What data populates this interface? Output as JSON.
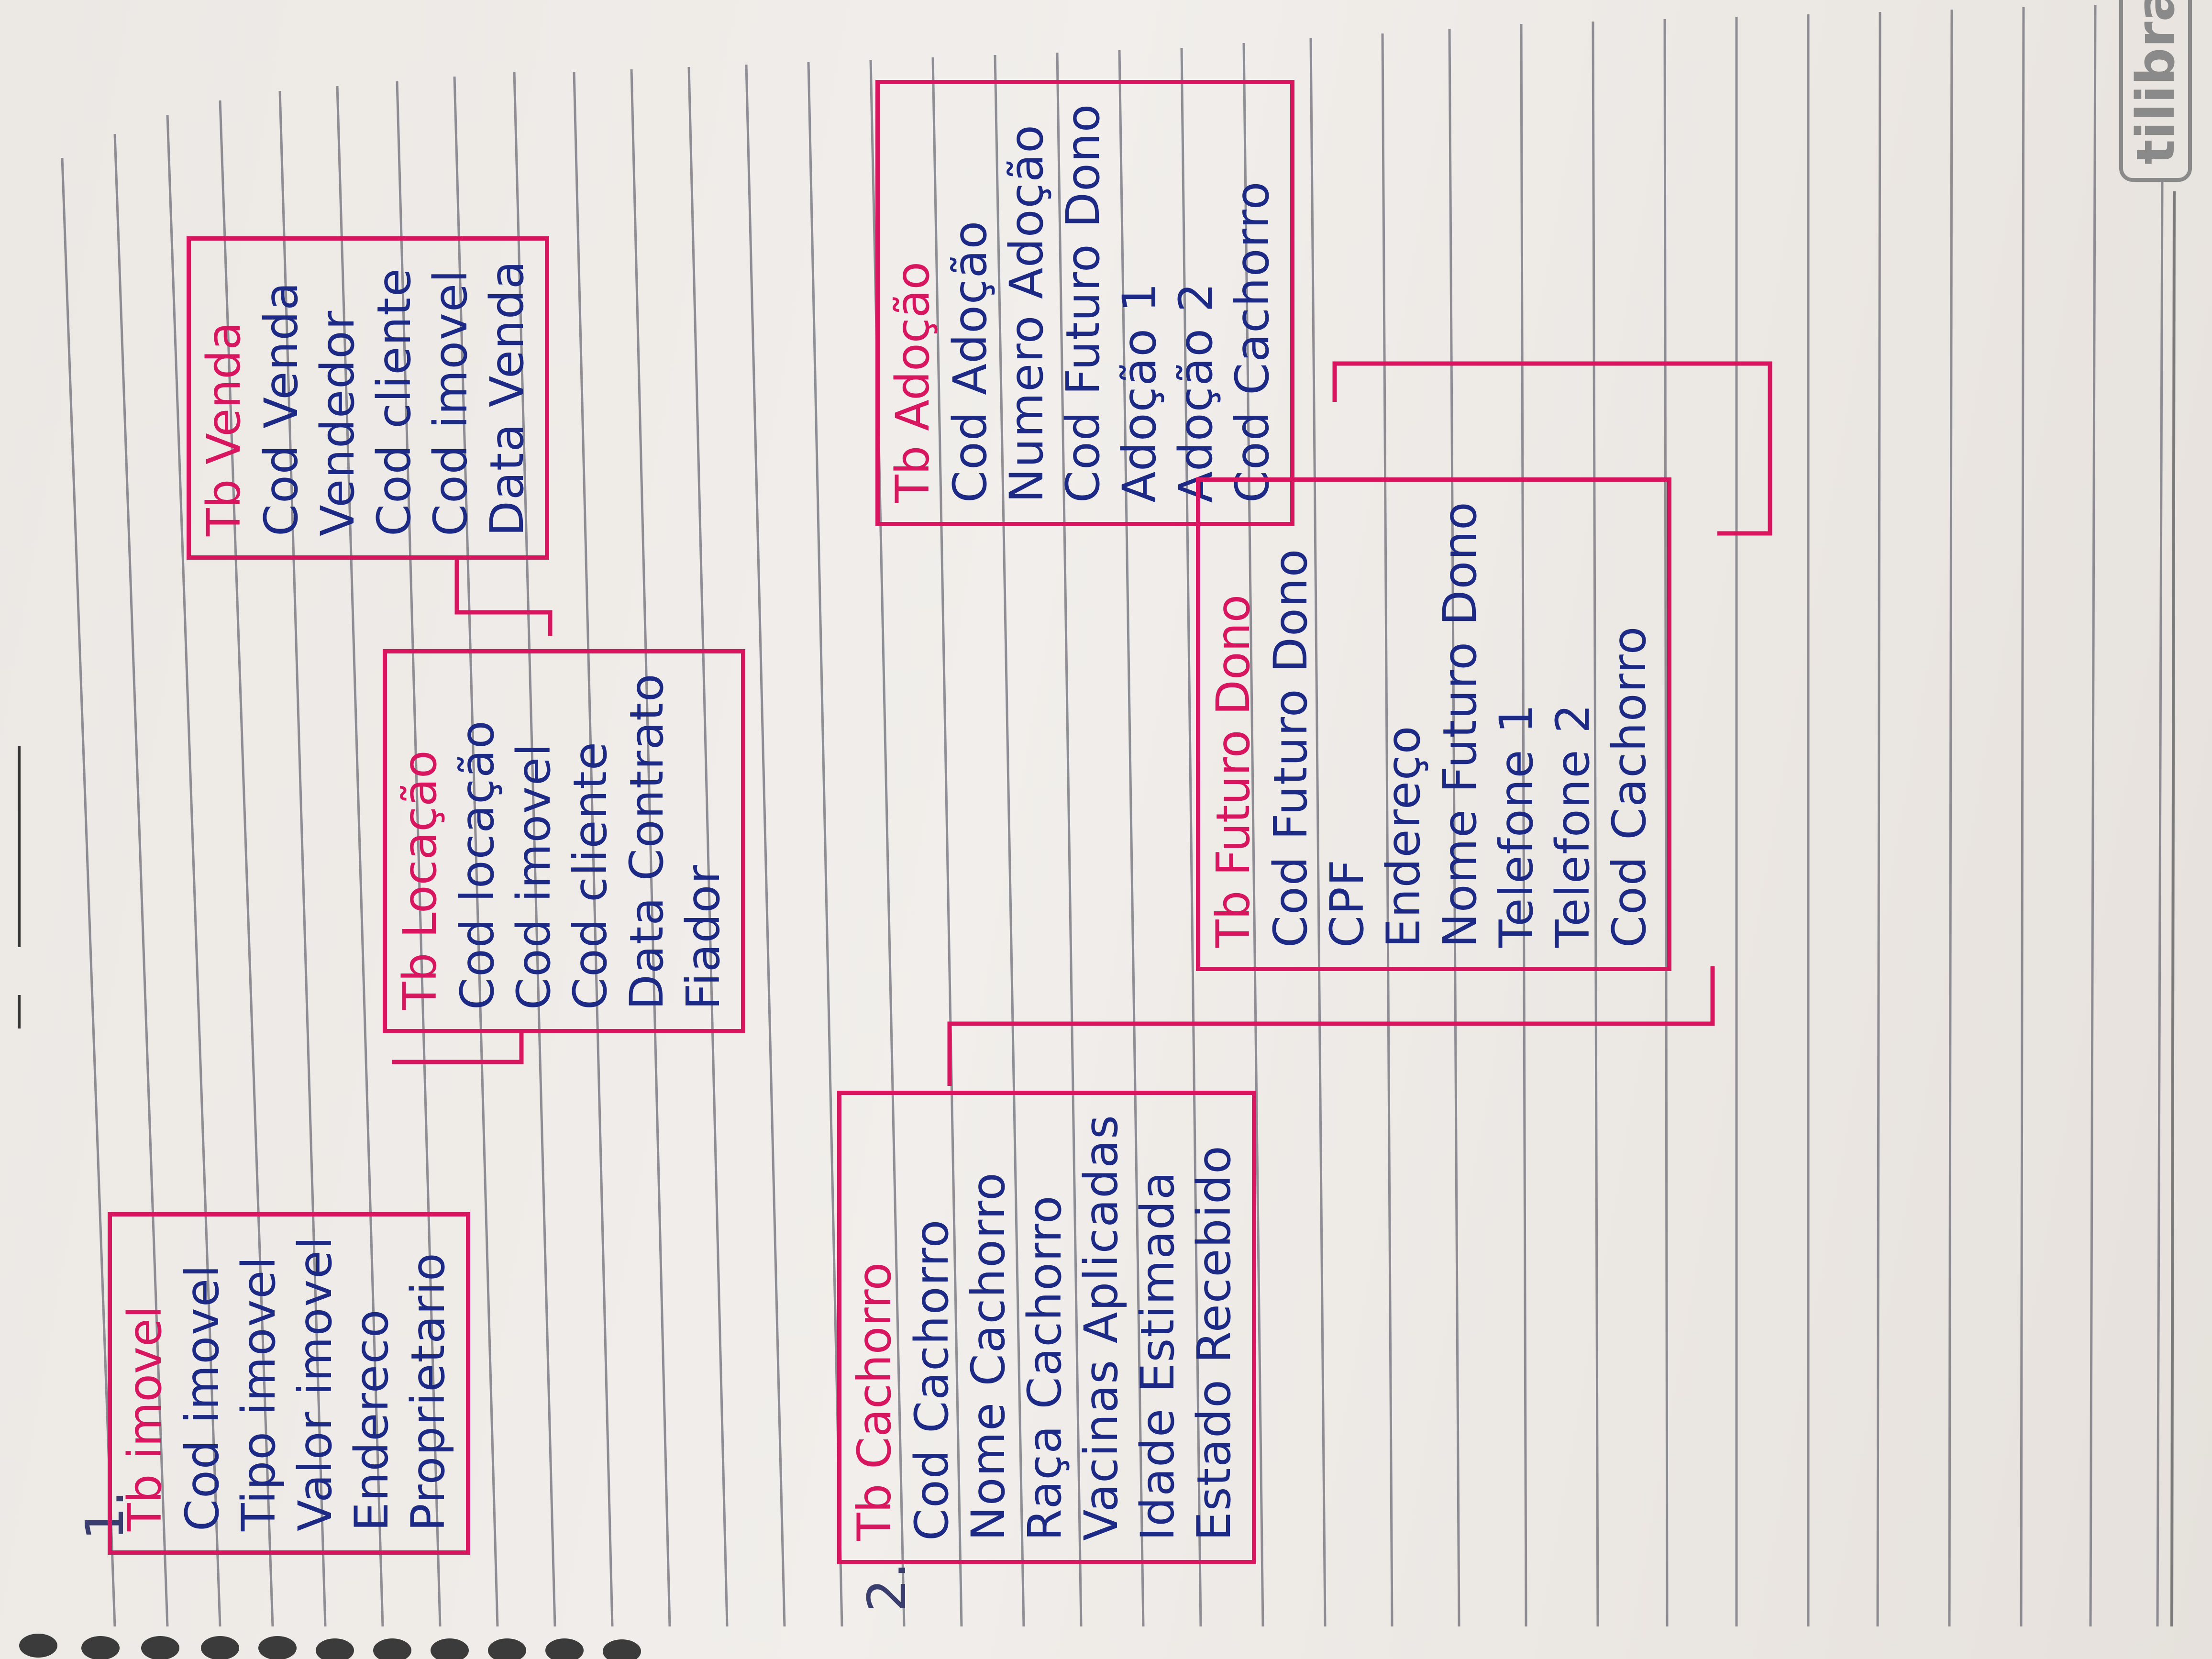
{
  "labels": {
    "section1": "1.",
    "section2": "2."
  },
  "brand": "tilibra",
  "tables": {
    "imovel": {
      "title": "Tb imovel",
      "fields": [
        "Cod imovel",
        "Tipo imovel",
        "Valor imovel",
        "Endereco",
        "Proprietario"
      ]
    },
    "locacao": {
      "title": "Tb Locação",
      "fields": [
        "Cod locação",
        "Cod imovel",
        "Cod cliente",
        "Data Contrato",
        "Fiador"
      ]
    },
    "venda": {
      "title": "Tb Venda",
      "fields": [
        "Cod Venda",
        "Vendedor",
        "Cod cliente",
        "Cod imovel",
        "Data Venda"
      ]
    },
    "cachorro": {
      "title": "Tb Cachorro",
      "fields": [
        "Cod Cachorro",
        "Nome Cachorro",
        "Raça Cachorro",
        "Vacinas Aplicadas",
        "Idade Estimada",
        "Estado Recebido"
      ]
    },
    "adocao": {
      "title": "Tb Adoção",
      "fields": [
        "Cod Adoção",
        "Numero Adoção",
        "Cod Futuro Dono",
        "Adoção 1",
        "Adoção 2",
        "Cod Cachorro"
      ]
    },
    "futurodono": {
      "title": "Tb Futuro Dono",
      "fields": [
        "Cod Futuro Dono",
        "CPF",
        "Endereço",
        "Nome Futuro Dono",
        "Telefone 1",
        "Telefone 2",
        "Cod Cachorro"
      ]
    }
  }
}
